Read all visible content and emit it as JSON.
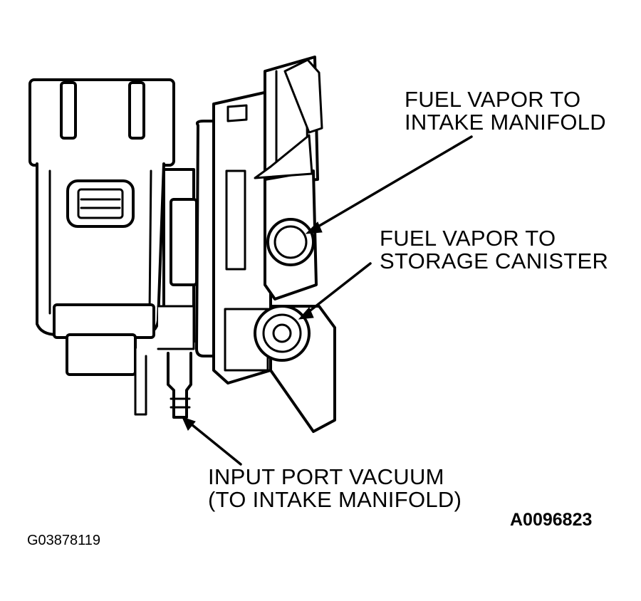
{
  "labels": {
    "manifold": [
      "FUEL VAPOR TO",
      "INTAKE MANIFOLD"
    ],
    "canister": [
      "FUEL VAPOR TO",
      "STORAGE CANISTER"
    ],
    "vacuum": [
      "INPUT PORT VACUUM",
      "(TO INTAKE MANIFOLD)"
    ]
  },
  "figure_code": "A0096823",
  "image_code": "G03878119",
  "colors": {
    "ink": "#000000",
    "paper": "#ffffff"
  }
}
